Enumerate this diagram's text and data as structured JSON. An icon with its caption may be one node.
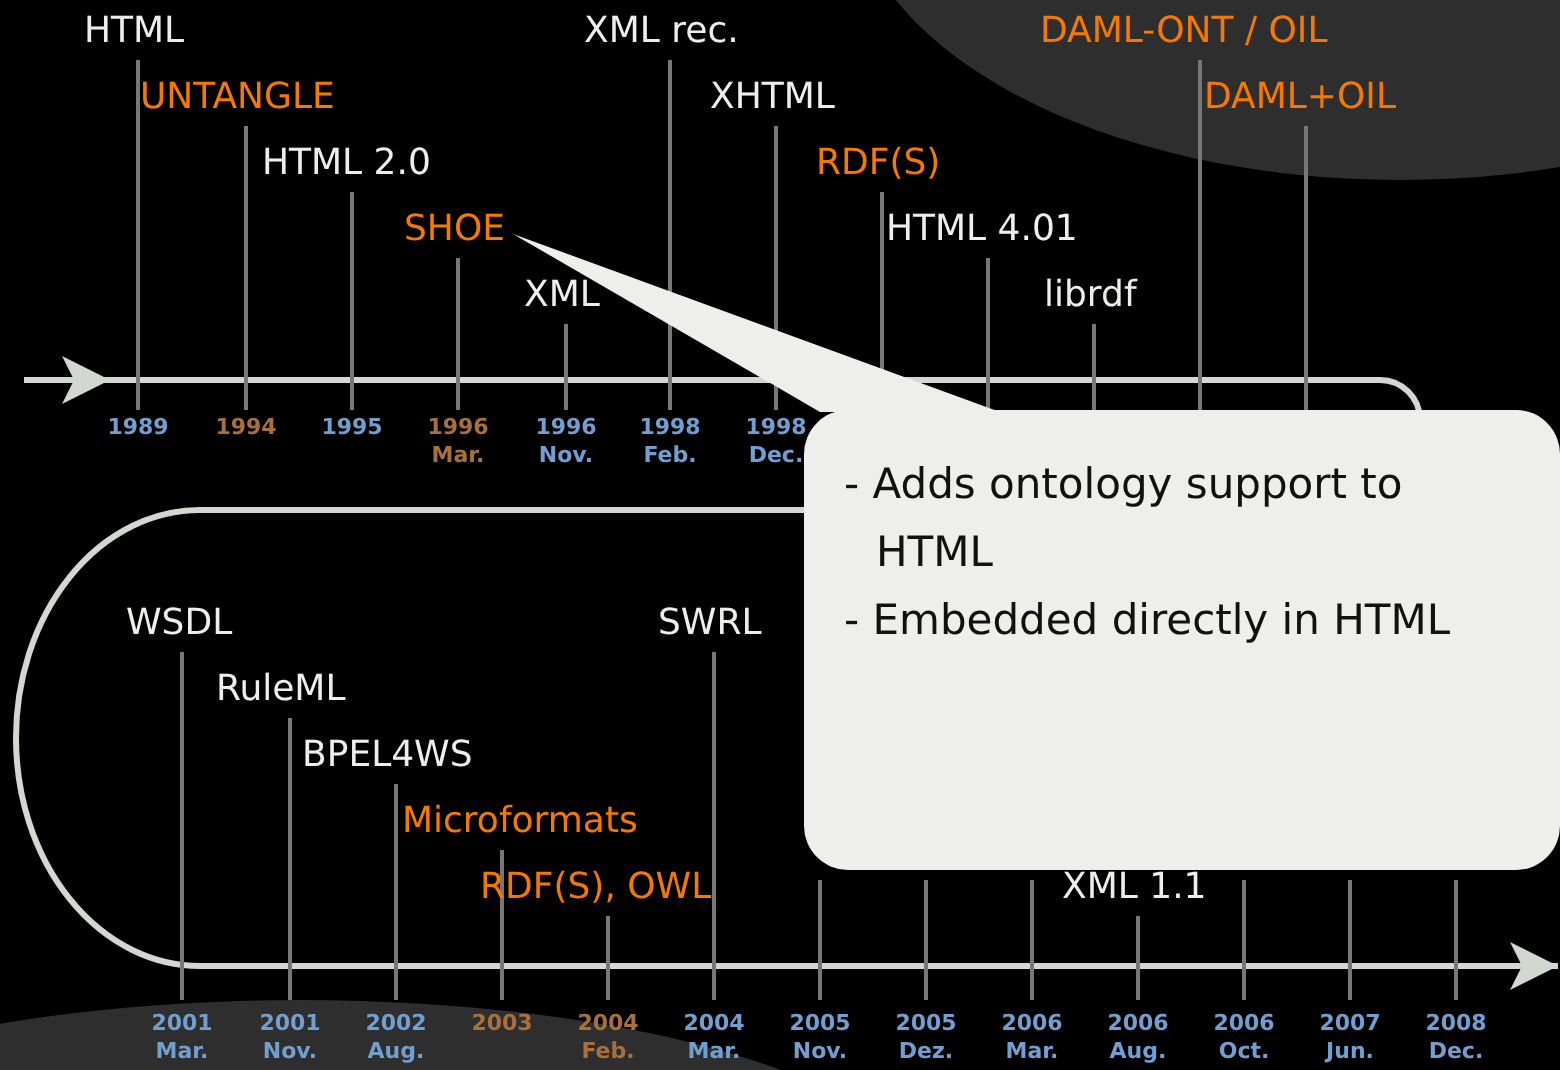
{
  "diagram": {
    "nodes": [
      {
        "text": [
          "- Adds ontology support to HTML",
          "- Embedded directly in HTML"
        ]
      },
      {
        "text": [
          "SHOE"
        ]
      }
    ],
    "edges": [
      {
        "from": 0,
        "to": 1,
        "arrow": "none"
      }
    ],
    "labels": [
      "HTML",
      "1989",
      "UNTANGLE",
      "1994",
      "HTML 2.0",
      "1995",
      "1996 Mar.",
      "XML",
      "1996 Nov.",
      "XML rec.",
      "1998 Feb.",
      "XHTML",
      "1998 Dec.",
      "RDF(S)",
      "HTML 4.01",
      "librdf",
      "DAML-ONT / OIL",
      "DAML+OIL",
      "WSDL",
      "2001 Mar.",
      "RuleML",
      "2001 Nov.",
      "BPEL4WS",
      "2002 Aug.",
      "Microformats",
      "2003",
      "RDF(S), OWL",
      "2004 Feb.",
      "SWRL",
      "2004 Mar.",
      "2005 Nov.",
      "2005 Dez.",
      "2006 Mar.",
      "XML 1.1",
      "2006 Aug.",
      "2006 Oct.",
      "2007 Jun.",
      "2008 Dec."
    ]
  }
}
